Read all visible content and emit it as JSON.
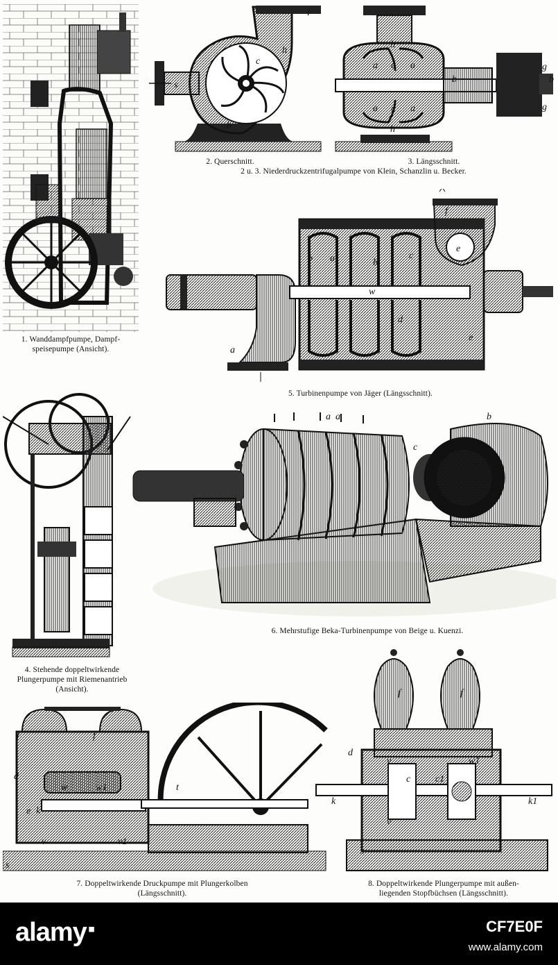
{
  "figures": {
    "fig1": {
      "lines": [
        "1. Wanddampfpumpe, Dampf-",
        "speisepumpe (Ansicht)."
      ]
    },
    "fig2": {
      "lines": [
        "2. Querschnitt."
      ],
      "labels": [
        "i",
        "h",
        "c",
        "s",
        "h"
      ]
    },
    "fig3": {
      "lines": [
        "3. Längsschnitt."
      ],
      "labels": [
        "h",
        "a",
        "c",
        "a",
        "b",
        "g",
        "b",
        "g",
        "a",
        "c",
        "a",
        "h"
      ]
    },
    "fig23": {
      "lines": [
        "2 u. 3. Niederdruckzentrifugalpumpe von Klein, Schanzlin u. Becker."
      ]
    },
    "fig5": {
      "lines": [
        "5. Turbinenpumpe von Jäger (Längsschnitt)."
      ],
      "labels": [
        "f",
        "e",
        "b",
        "a",
        "b",
        "c",
        "w",
        "d",
        "e",
        "a"
      ]
    },
    "fig4": {
      "lines": [
        "4. Stehende doppeltwirkende",
        "Plungerpumpe mit Riemenantrieb",
        "(Ansicht)."
      ]
    },
    "fig6": {
      "lines": [
        "6. Mehrstufige Beka-Turbinenpumpe von Beige u. Kuenzi."
      ],
      "labels": [
        "a",
        "a",
        "b",
        "c"
      ]
    },
    "fig7": {
      "lines": [
        "7. Doppeltwirkende Druckpumpe mit Plungerkolben",
        "(Längsschnitt)."
      ],
      "labels": [
        "f",
        "f",
        "d",
        "w",
        "w1",
        "e",
        "k",
        "t",
        "v",
        "v1",
        "s"
      ]
    },
    "fig8": {
      "lines": [
        "8. Doppeltwirkende Plungerpumpe mit außen-",
        "liegenden Stopfbüchsen (Längsschnitt)."
      ],
      "labels": [
        "f",
        "f",
        "d",
        "v",
        "w1",
        "c",
        "c1",
        "k",
        "k1",
        "v",
        "s"
      ]
    }
  },
  "watermark": {
    "logo": "alamy",
    "image_id": "CF7E0F",
    "url": "www.alamy.com"
  }
}
